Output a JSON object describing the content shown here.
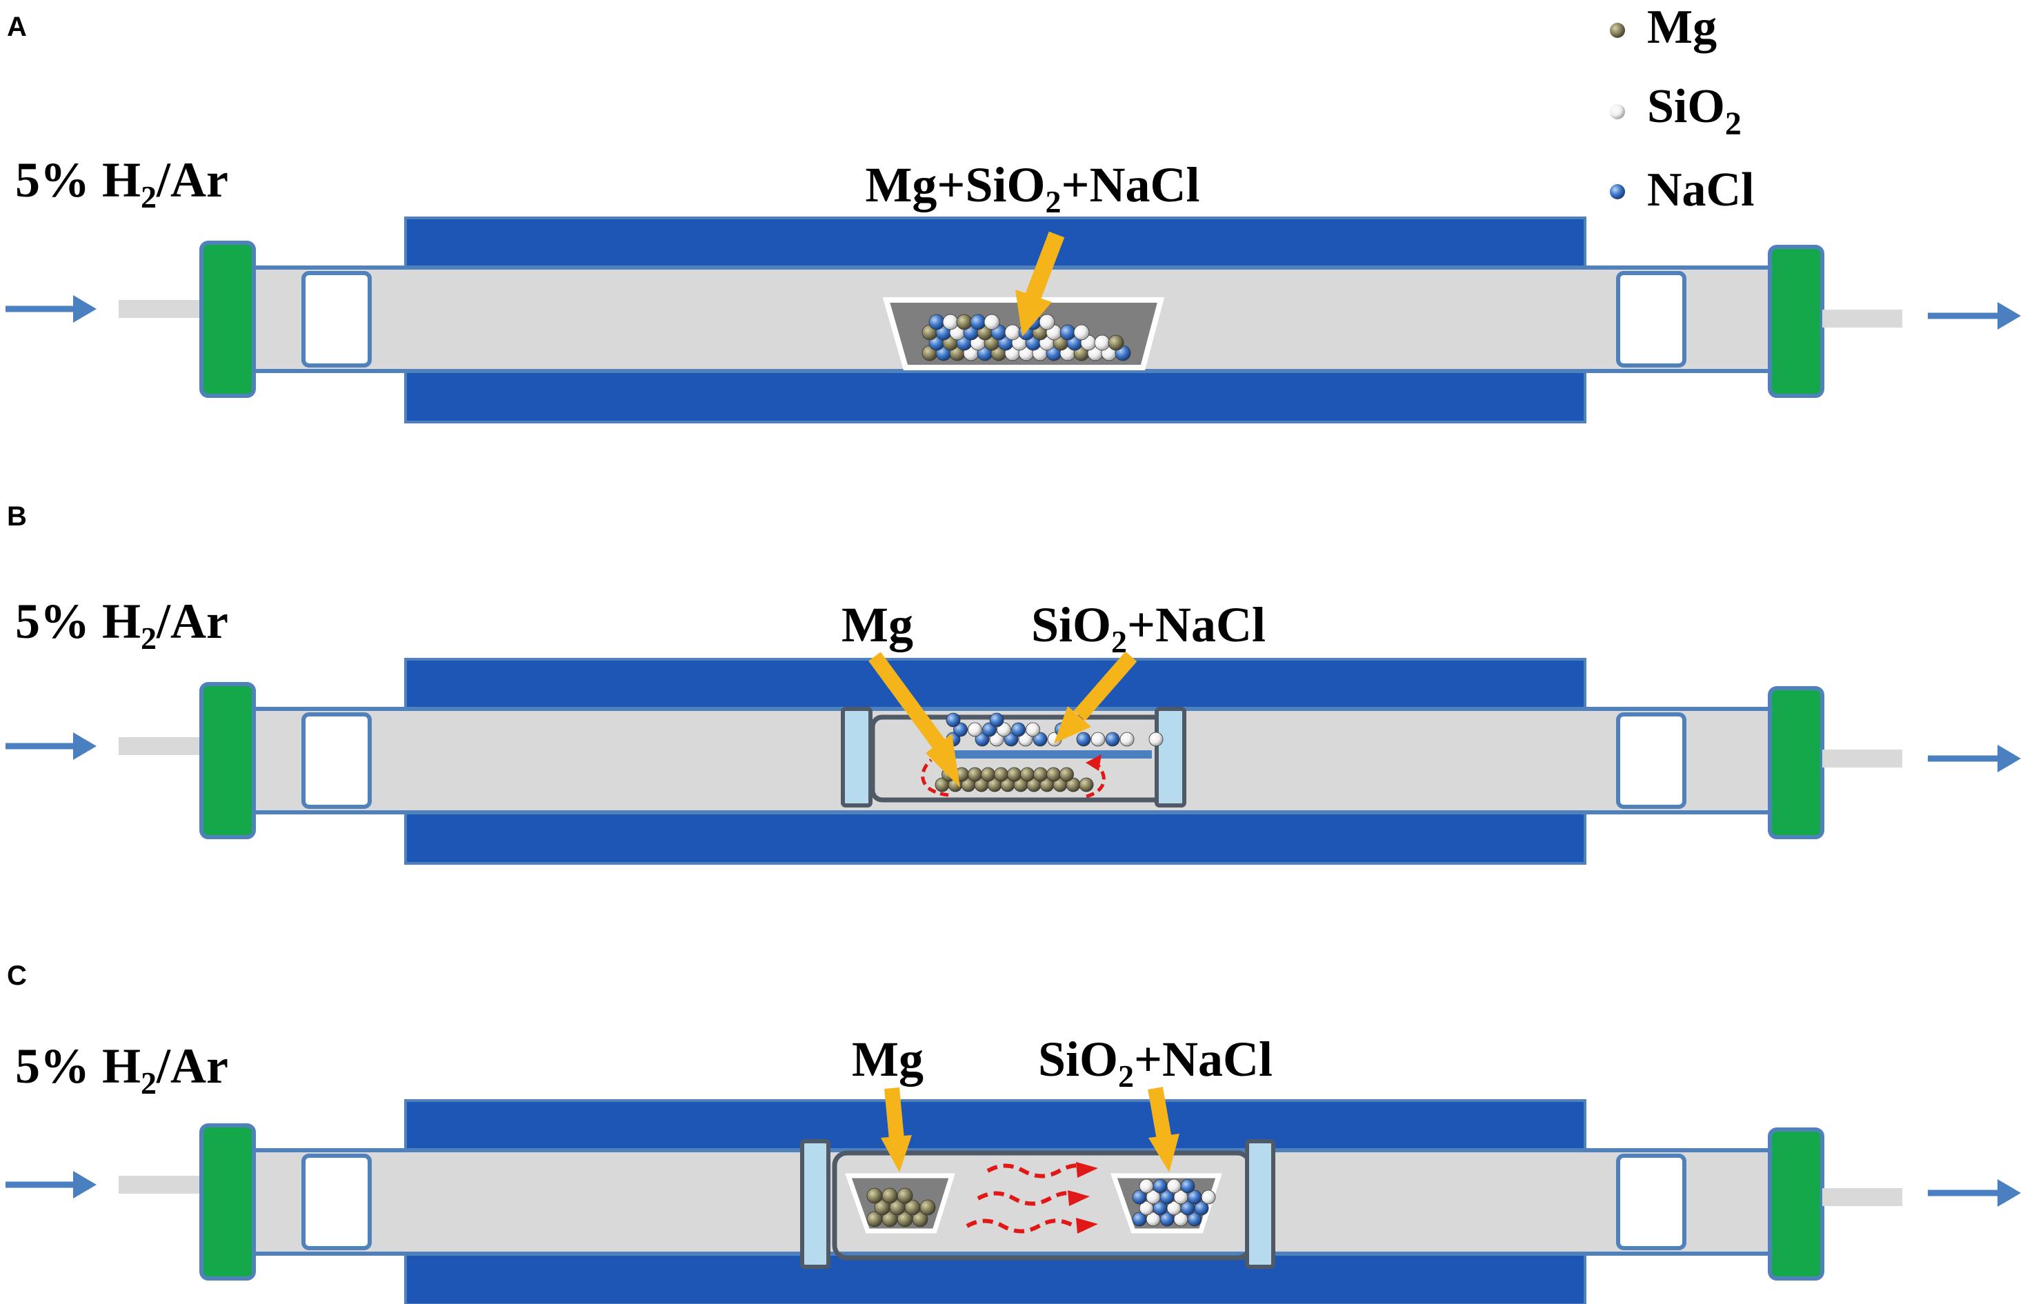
{
  "legend": {
    "items": [
      {
        "label": "Mg",
        "sub": "",
        "color": "#8a8460"
      },
      {
        "label": "SiO",
        "sub": "2",
        "color": "#f2f2f2"
      },
      {
        "label": "NaCl",
        "sub": "",
        "color": "#3f78c9"
      }
    ]
  },
  "gas": {
    "prefix": "5% H",
    "sub": "2",
    "suffix": "/Ar"
  },
  "panels": [
    {
      "letter": "A",
      "callouts": [
        {
          "pre": "Mg+SiO",
          "sub": "2",
          "post": "+NaCl"
        }
      ]
    },
    {
      "letter": "B",
      "callouts": [
        {
          "pre": "Mg",
          "sub": "",
          "post": ""
        },
        {
          "pre": "SiO",
          "sub": "2",
          "post": "+NaCl"
        }
      ]
    },
    {
      "letter": "C",
      "callouts": [
        {
          "pre": "Mg",
          "sub": "",
          "post": ""
        },
        {
          "pre": "SiO",
          "sub": "2",
          "post": "+NaCl"
        }
      ]
    }
  ],
  "colors": {
    "furnace": "#1d56b5",
    "tube_fill": "#d9d9d9",
    "tube_stroke": "#4f81bd",
    "cap": "#14a84b",
    "arrow": "#f5b41a",
    "flow_arrow": "#4a7fc0",
    "vapor": "#e01818",
    "boat_fill": "#7f7f7f"
  }
}
